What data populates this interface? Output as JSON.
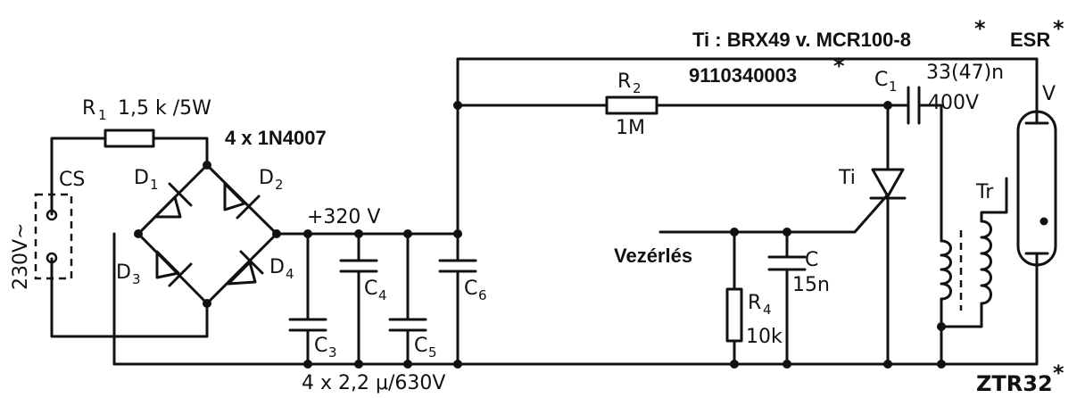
{
  "labels": {
    "ti_type": "Ti : BRX49 v. MCR100-8",
    "esr": "ESR",
    "part_no": "9110340003",
    "asterisk": "*",
    "r1": "R",
    "r1_sub": "1",
    "r1_val": "1,5 k /5W",
    "bridge": "4 x 1N4007",
    "cs": "CS",
    "mains": "230V~",
    "d1": "D",
    "d1_sub": "1",
    "d2": "D",
    "d2_sub": "2",
    "d3": "D",
    "d3_sub": "3",
    "d4": "D",
    "d4_sub": "4",
    "v320": "+320 V",
    "c3": "C",
    "c3_sub": "3",
    "c4": "C",
    "c4_sub": "4",
    "c5": "C",
    "c5_sub": "5",
    "c6": "C",
    "c6_sub": "6",
    "caps_val": "4 x 2,2 μ/630V",
    "r2": "R",
    "r2_sub": "2",
    "r2_val": "1M",
    "c1": "C",
    "c1_sub": "1",
    "c1_val": "33(47)n",
    "c1_volt": "400V",
    "v": "V",
    "ti": "Ti",
    "tr": "Tr",
    "vezerles": "Vezérlés",
    "c": "C",
    "c_val": "15n",
    "r4": "R",
    "r4_sub": "4",
    "r4_val": "10k",
    "ztr": "ZTR32"
  }
}
